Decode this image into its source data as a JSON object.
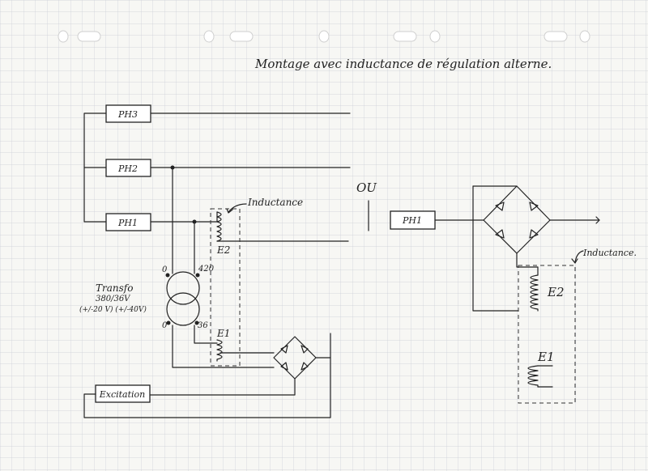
{
  "title": "Montage avec inductance de régulation alterne.",
  "left_circuit": {
    "phase_boxes": [
      "PH3",
      "PH2",
      "PH1"
    ],
    "inductance_label": "Inductance",
    "e2_label": "E2",
    "e1_label": "E1",
    "transformer": {
      "label_line1": "Transfo",
      "label_line2": "380/36V",
      "label_line3": "(+/-20 V) (+/-40V)",
      "tap_primary_top": "0",
      "tap_primary_high": "420",
      "tap_secondary_left": "0",
      "tap_secondary_right": "36"
    },
    "excitation_box": "Excitation"
  },
  "separator": "OU",
  "right_circuit": {
    "phase_box": "PH1",
    "inductance_label": "Inductance.",
    "e2_label": "E2",
    "e1_label": "E1"
  },
  "colors": {
    "ink": "#222222",
    "grid": "#c9cdd6",
    "paper": "#f7f7f4"
  }
}
